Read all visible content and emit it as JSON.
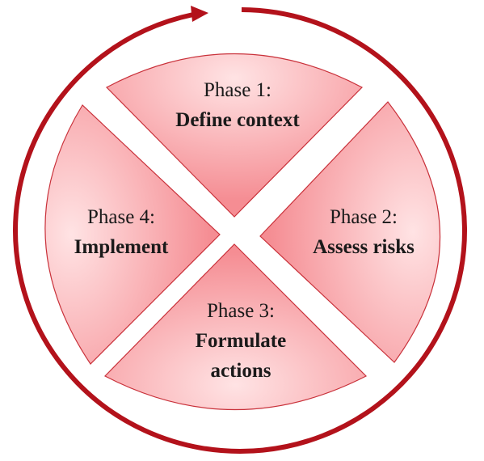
{
  "colors": {
    "ring": "#b3121b",
    "sector_light": "#ffe3e4",
    "sector_mid": "#fbb7ba",
    "sector_dark": "#f58d93",
    "sector_stroke": "#c9313a",
    "text": "#1a1a1a"
  },
  "cycle": {
    "direction": "clockwise",
    "arrow_icon": "cycle-arrow-icon"
  },
  "phases": [
    {
      "label": "Phase 1:",
      "name_lines": [
        "Define context"
      ]
    },
    {
      "label": "Phase 2:",
      "name_lines": [
        "Assess risks"
      ]
    },
    {
      "label": "Phase 3:",
      "name_lines": [
        "Formulate",
        "actions"
      ]
    },
    {
      "label": "Phase 4:",
      "name_lines": [
        "Implement"
      ]
    }
  ]
}
